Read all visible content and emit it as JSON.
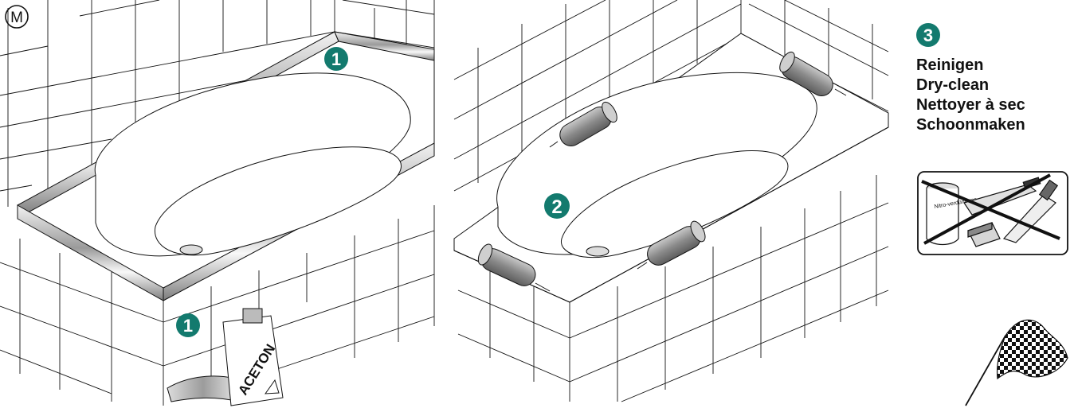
{
  "corner_mark": "M",
  "steps": {
    "one": "1",
    "two": "2",
    "three": "3"
  },
  "step3_labels": [
    "Reinigen",
    "Dry-clean",
    "Nettoyer à sec",
    "Schoonmaken"
  ],
  "acetone_label": "ACETON",
  "forbidden_can_label": "Nitro-verdünnung",
  "colors": {
    "step_badge": "#137a6e",
    "line": "#111111",
    "chrome_light": "#e6e6e6",
    "chrome_dark": "#8a8a8a",
    "weight_fill": "#8e8e8e"
  },
  "icons": [
    "tile-wall-icon",
    "bathtub-icon",
    "chrome-strip-icon",
    "acetone-bottle-icon",
    "cloth-icon",
    "clamp-weight-icon",
    "forbidden-tools-icon",
    "checkered-flag-icon"
  ]
}
